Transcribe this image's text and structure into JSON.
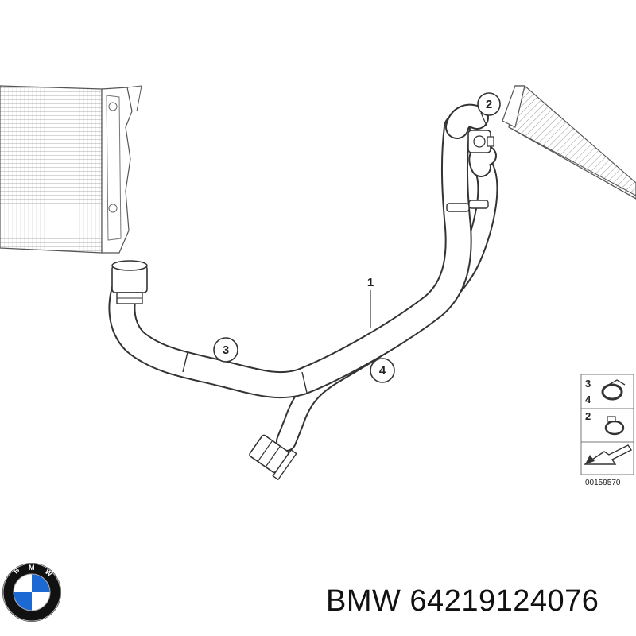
{
  "callouts": {
    "c1": "1",
    "c2": "2",
    "c3": "3",
    "c4": "4"
  },
  "legend": {
    "row1_a": "3",
    "row1_b": "4",
    "row2": "2"
  },
  "reference_number": "00159570",
  "caption": "BMW 64219124076",
  "logo": {
    "text": "BMW",
    "colors": {
      "blue": "#1c69d4",
      "white": "#ffffff",
      "black": "#000000"
    }
  }
}
